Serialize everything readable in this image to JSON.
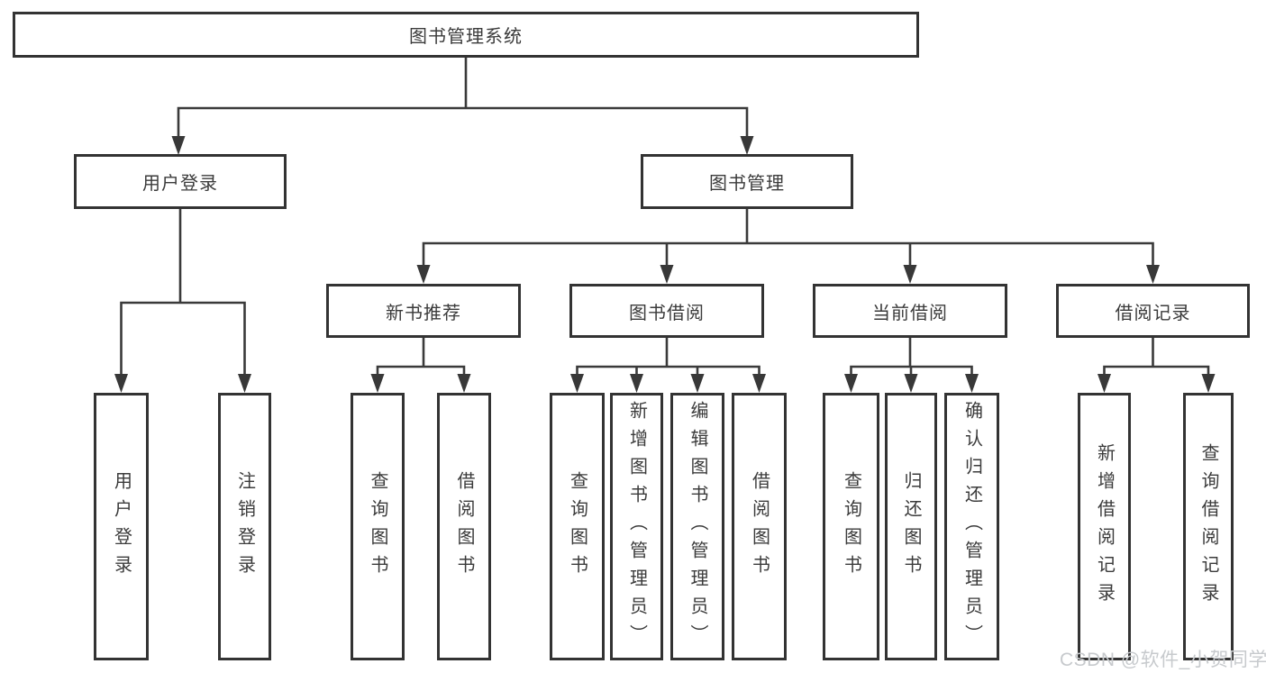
{
  "tree": {
    "root": {
      "label": "图书管理系统"
    },
    "children": [
      {
        "label": "用户登录",
        "children": [
          {
            "label": "用户登录"
          },
          {
            "label": "注销登录"
          }
        ]
      },
      {
        "label": "图书管理",
        "children": [
          {
            "label": "新书推荐",
            "children": [
              {
                "label": "查询图书"
              },
              {
                "label": "借阅图书"
              }
            ]
          },
          {
            "label": "图书借阅",
            "children": [
              {
                "label": "查询图书"
              },
              {
                "label": "新增图书（管理员）"
              },
              {
                "label": "编辑图书（管理员）"
              },
              {
                "label": "借阅图书"
              }
            ]
          },
          {
            "label": "当前借阅",
            "children": [
              {
                "label": "查询图书"
              },
              {
                "label": "归还图书"
              },
              {
                "label": "确认归还（管理员）"
              }
            ]
          },
          {
            "label": "借阅记录",
            "children": [
              {
                "label": "新增借阅记录"
              },
              {
                "label": "查询借阅记录"
              }
            ]
          }
        ]
      }
    ]
  },
  "watermark": {
    "text": "CSDN @软件_小贺同学"
  },
  "colors": {
    "line": "#3a3a3a",
    "box_border": "#333333",
    "text": "#3b3b3b",
    "watermark": "#c7cacd",
    "background": "#ffffff"
  }
}
